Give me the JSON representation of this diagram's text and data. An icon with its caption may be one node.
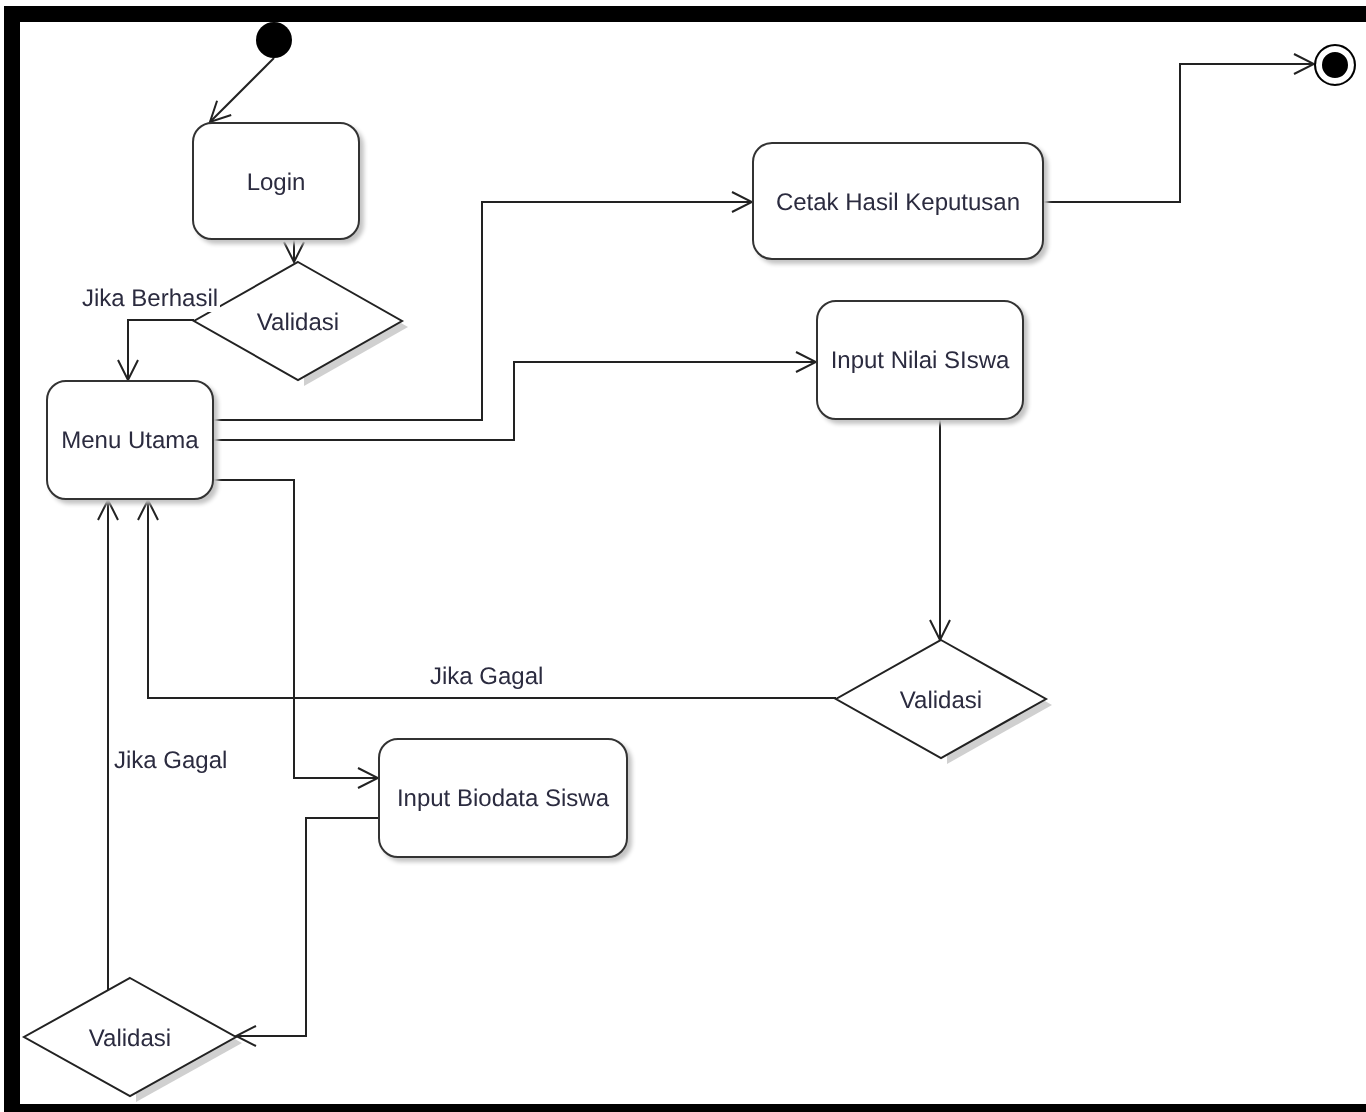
{
  "diagram": {
    "nodes": [
      {
        "text": [],
        "shape": "circle"
      },
      {
        "text": [
          "Login"
        ]
      },
      {
        "text": [
          "Validasi"
        ]
      },
      {
        "text": [
          "Menu Utama"
        ]
      },
      {
        "text": [
          "Cetak Hasil Keputusan"
        ]
      },
      {
        "text": [
          "Input Nilai SIswa"
        ]
      },
      {
        "text": [
          "Validasi"
        ]
      },
      {
        "text": [
          "Input Biodata Siswa"
        ]
      },
      {
        "text": [
          "Validasi"
        ]
      },
      {
        "text": [],
        "shape": "circle"
      }
    ],
    "edges": [
      {
        "from": 0,
        "to": 1,
        "arrow": "to"
      },
      {
        "from": 1,
        "to": 2,
        "arrow": "to"
      },
      {
        "from": 2,
        "to": 3,
        "arrow": "to",
        "label": "Jika Berhasil"
      },
      {
        "from": 3,
        "to": 4,
        "arrow": "to"
      },
      {
        "from": 3,
        "to": 5,
        "arrow": "to"
      },
      {
        "from": 3,
        "to": 7,
        "arrow": "to"
      },
      {
        "from": 5,
        "to": 6,
        "arrow": "to"
      },
      {
        "from": 6,
        "to": 3,
        "arrow": "to",
        "label": "Jika Gagal"
      },
      {
        "from": 7,
        "to": 8,
        "arrow": "to"
      },
      {
        "from": 8,
        "to": 3,
        "arrow": "to",
        "label": "Jika Gagal"
      },
      {
        "from": 4,
        "to": 9,
        "arrow": "to"
      }
    ]
  }
}
